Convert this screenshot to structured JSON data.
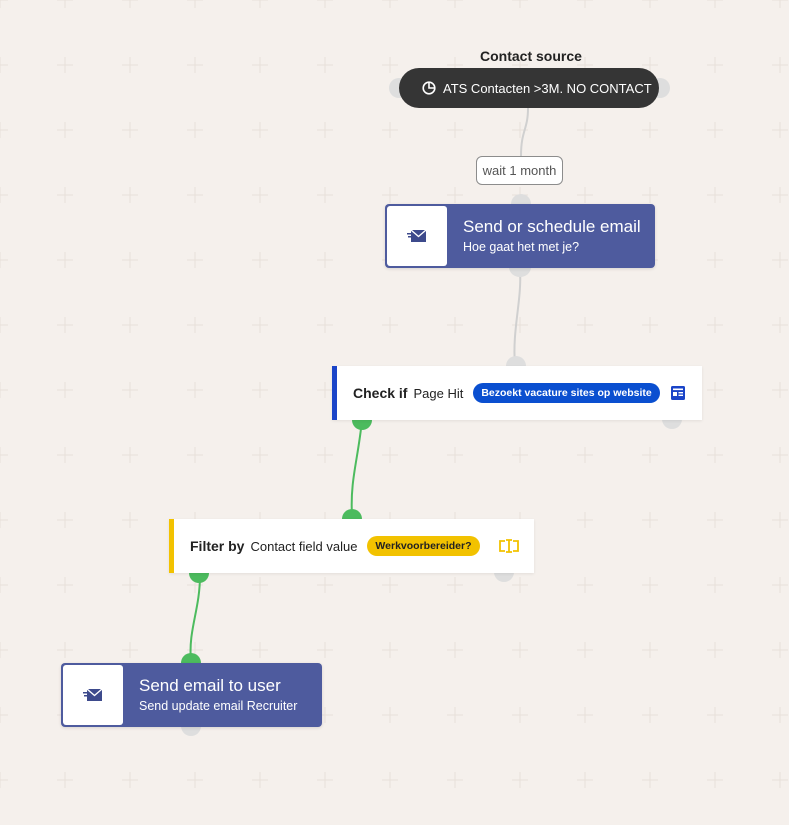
{
  "source": {
    "heading": "Contact source",
    "segment": "ATS Contacten >3M. NO CONTACT"
  },
  "wait": {
    "label": "wait 1 month"
  },
  "email_node": {
    "title": "Send or schedule email",
    "subtitle": "Hoe gaat het met je?"
  },
  "check_node": {
    "keyword": "Check if",
    "field": "Page Hit",
    "badge": "Bezoekt vacature sites op website"
  },
  "filter_node": {
    "keyword": "Filter by",
    "field": "Contact field value",
    "badge": "Werkvoorbereider?"
  },
  "user_node": {
    "title": "Send email to user",
    "subtitle": "Send update email Recruiter"
  },
  "colors": {
    "email_node": "#4e5b9e",
    "check_accent": "#1a44c8",
    "filter_accent": "#f2c200",
    "yes_connector": "#4cbb5e",
    "default_connector": "#cccccc",
    "background": "#f5f0ec"
  }
}
